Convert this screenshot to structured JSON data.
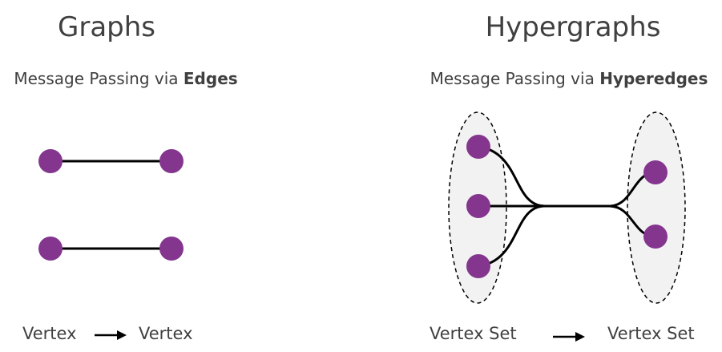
{
  "graphs": {
    "title": "Graphs",
    "subtitle_prefix": "Message Passing via ",
    "subtitle_bold": "Edges",
    "from_label": "Vertex",
    "to_label": "Vertex"
  },
  "hypergraphs": {
    "title": "Hypergraphs",
    "subtitle_prefix": "Message Passing via ",
    "subtitle_bold": "Hyperedges",
    "from_label": "Vertex Set",
    "to_label": "Vertex Set"
  },
  "colors": {
    "vertex": "#84368f",
    "edge": "#000000",
    "set_fill": "#f2f2f2",
    "set_stroke": "#000000",
    "text": "#404040"
  }
}
